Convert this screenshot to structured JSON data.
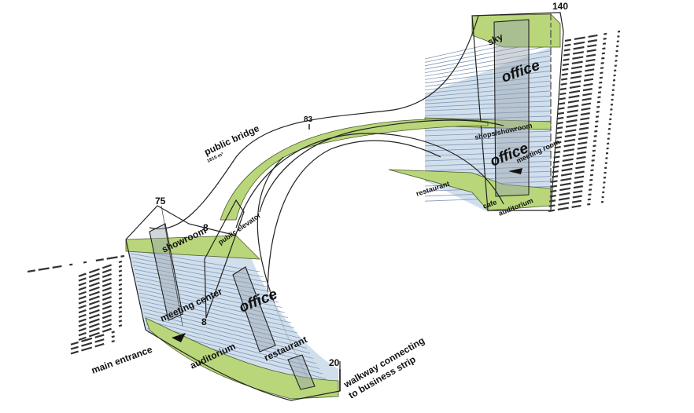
{
  "diagram": {
    "right_tower": {
      "height_label": "140",
      "labels": [
        "office",
        "office",
        "shops/showroom",
        "meeting room",
        "restaurant",
        "cafe",
        "auditorium",
        "sky"
      ]
    },
    "bridge": {
      "label": "public bridge",
      "area": "1815 m²",
      "height_label": "83"
    },
    "left_block": {
      "height_label": "75",
      "labels": [
        "showroom",
        "public elevator",
        "meeting center",
        "office",
        "auditorium",
        "restaurant"
      ],
      "elevator_marks": [
        "8",
        "8"
      ],
      "main_entrance": "main entrance",
      "walkway_height": "20",
      "walkway_line1": "walkway connecting",
      "walkway_line2": "to business strip"
    },
    "colors": {
      "green": "#b9d67a",
      "blue": "#c9d9ea",
      "line": "#222222"
    }
  }
}
